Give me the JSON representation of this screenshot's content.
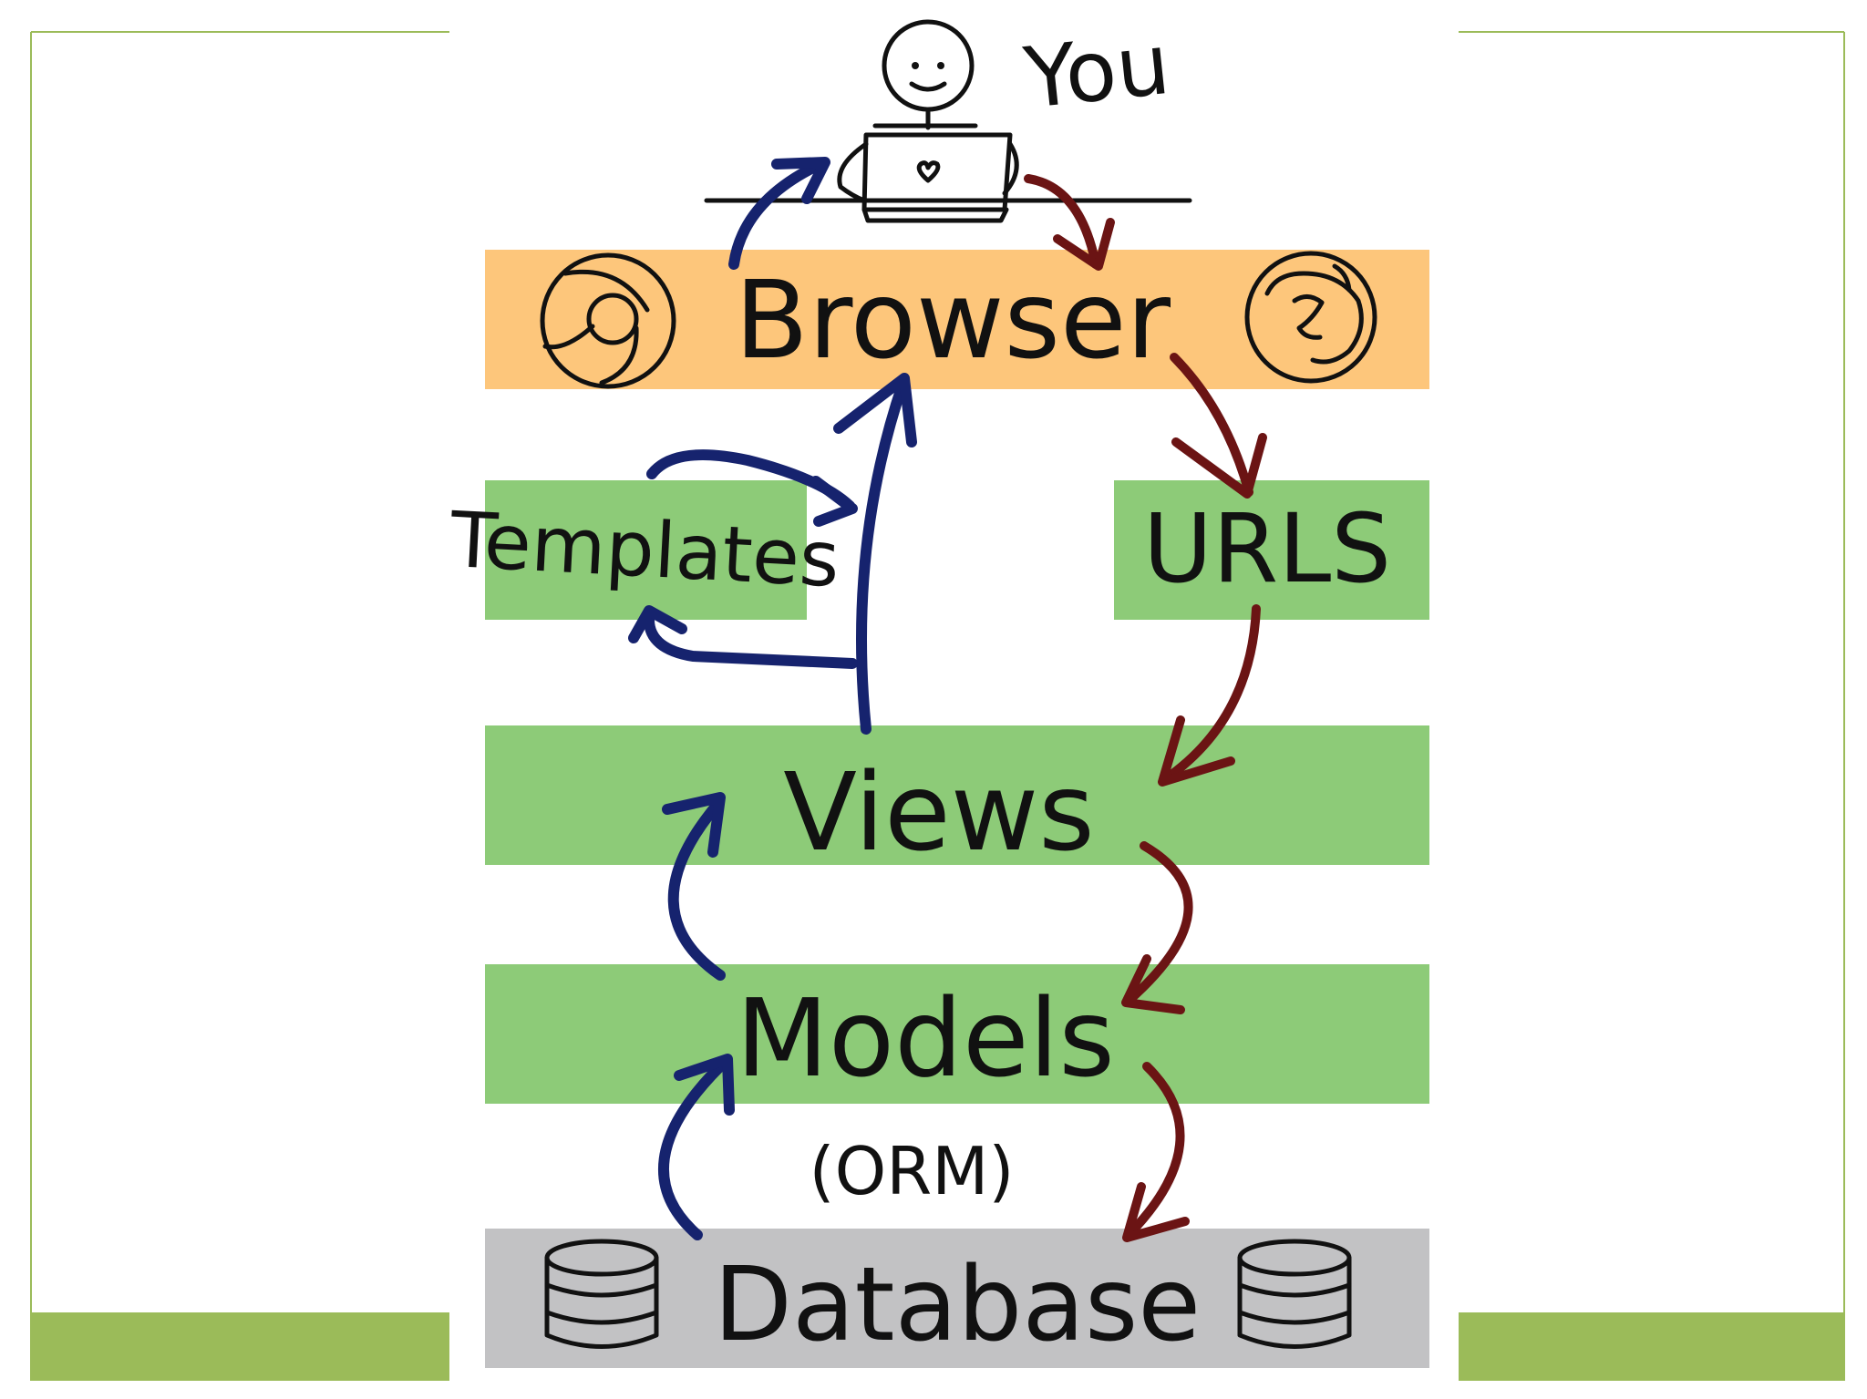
{
  "colors": {
    "browser_band": "#fdc67b",
    "layer_band": "#8dcb78",
    "database_band": "#c2c2c4",
    "frame_line": "#9bbb59",
    "frame_bar": "#9bbb59",
    "request_arrow": "#6b1414",
    "response_arrow": "#16236e"
  },
  "labels": {
    "you": "You",
    "browser": "Browser",
    "templates": "Templates",
    "urls": "URLS",
    "views": "Views",
    "models": "Models",
    "orm": "(ORM)",
    "database": "Database"
  },
  "icons": {
    "user": "stick-figure-laptop-icon",
    "browser_left": "chrome-icon",
    "browser_right": "firefox-icon",
    "database_left": "database-cylinder-icon",
    "database_right": "database-cylinder-icon"
  }
}
